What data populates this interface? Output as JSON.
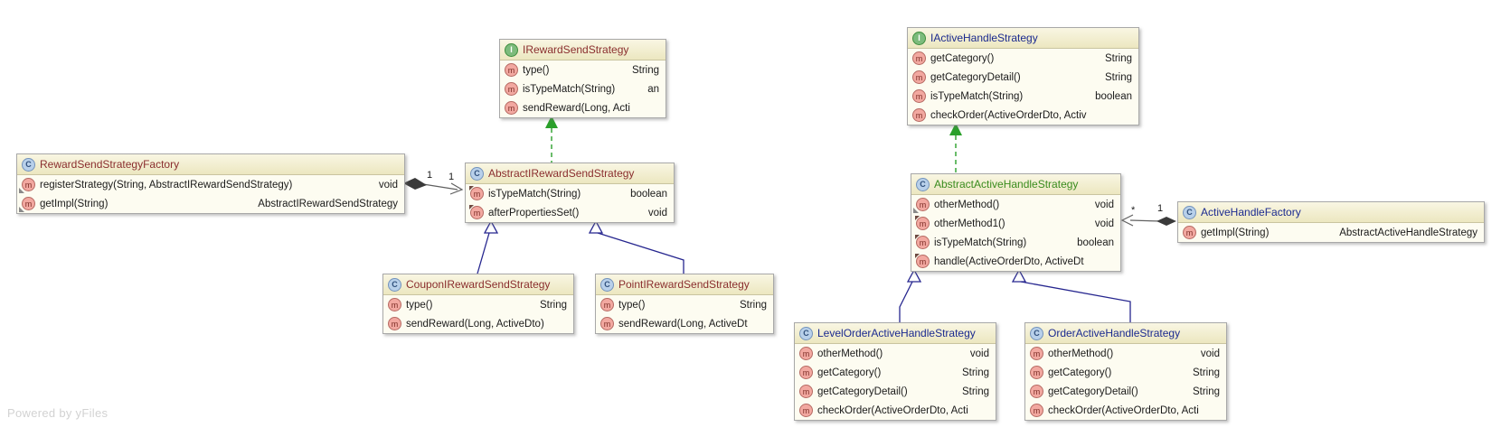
{
  "watermark": "Powered by yFiles",
  "glyphs": {
    "interface": "I",
    "class": "C",
    "method": "m"
  },
  "colors": {
    "title_maroon": "#8a2e2e",
    "title_navy": "#1b2a8f",
    "title_green": "#3a8c1e",
    "realization_edge": "#2aa02a",
    "inheritance_edge": "#26268f",
    "aggregation_edge": "#606060",
    "node_header": "#f3eed2",
    "node_body": "#fdfcf1"
  },
  "classes": [
    {
      "kind": "interface",
      "title": "IRewardSendStrategy",
      "members": [
        {
          "name": "type()",
          "rtype": "String"
        },
        {
          "name": "isTypeMatch(String)",
          "rtype": "an"
        },
        {
          "name": "sendReward(Long, Acti",
          "rtype": ""
        }
      ]
    },
    {
      "kind": "class",
      "title": "RewardSendStrategyFactory",
      "members": [
        {
          "name": "registerStrategy(String, AbstractIRewardSendStrategy)",
          "rtype": "void"
        },
        {
          "name": "getImpl(String)",
          "rtype": "AbstractIRewardSendStrategy"
        }
      ]
    },
    {
      "kind": "class",
      "title": "AbstractIRewardSendStrategy",
      "members": [
        {
          "name": "isTypeMatch(String)",
          "rtype": "boolean"
        },
        {
          "name": "afterPropertiesSet()",
          "rtype": "void"
        }
      ]
    },
    {
      "kind": "class",
      "title": "CouponIRewardSendStrategy",
      "members": [
        {
          "name": "type()",
          "rtype": "String"
        },
        {
          "name": "sendReward(Long, ActiveDto)",
          "rtype": ""
        }
      ]
    },
    {
      "kind": "class",
      "title": "PointIRewardSendStrategy",
      "members": [
        {
          "name": "type()",
          "rtype": "String"
        },
        {
          "name": "sendReward(Long, ActiveDt",
          "rtype": ""
        }
      ]
    },
    {
      "kind": "interface",
      "title": "IActiveHandleStrategy",
      "members": [
        {
          "name": "getCategory()",
          "rtype": "String"
        },
        {
          "name": "getCategoryDetail()",
          "rtype": "String"
        },
        {
          "name": "isTypeMatch(String)",
          "rtype": "boolean"
        },
        {
          "name": "checkOrder(ActiveOrderDto, Activ",
          "rtype": ""
        }
      ]
    },
    {
      "kind": "class",
      "title": "AbstractActiveHandleStrategy",
      "members": [
        {
          "name": "otherMethod()",
          "rtype": "void"
        },
        {
          "name": "otherMethod1()",
          "rtype": "void"
        },
        {
          "name": "isTypeMatch(String)",
          "rtype": "boolean"
        },
        {
          "name": "handle(ActiveOrderDto, ActiveDt",
          "rtype": ""
        }
      ]
    },
    {
      "kind": "class",
      "title": "ActiveHandleFactory",
      "members": [
        {
          "name": "getImpl(String)",
          "rtype": "AbstractActiveHandleStrategy"
        }
      ]
    },
    {
      "kind": "class",
      "title": "LevelOrderActiveHandleStrategy",
      "members": [
        {
          "name": "otherMethod()",
          "rtype": "void"
        },
        {
          "name": "getCategory()",
          "rtype": "String"
        },
        {
          "name": "getCategoryDetail()",
          "rtype": "String"
        },
        {
          "name": "checkOrder(ActiveOrderDto, Acti",
          "rtype": ""
        }
      ]
    },
    {
      "kind": "class",
      "title": "OrderActiveHandleStrategy",
      "members": [
        {
          "name": "otherMethod()",
          "rtype": "void"
        },
        {
          "name": "getCategory()",
          "rtype": "String"
        },
        {
          "name": "getCategoryDetail()",
          "rtype": "String"
        },
        {
          "name": "checkOrder(ActiveOrderDto, Acti",
          "rtype": ""
        }
      ]
    }
  ],
  "relationships": [
    {
      "type": "realization",
      "from": "AbstractIRewardSendStrategy",
      "to": "IRewardSendStrategy",
      "labels": []
    },
    {
      "type": "realization",
      "from": "AbstractActiveHandleStrategy",
      "to": "IActiveHandleStrategy",
      "labels": []
    },
    {
      "type": "inheritance",
      "from": "CouponIRewardSendStrategy",
      "to": "AbstractIRewardSendStrategy",
      "labels": []
    },
    {
      "type": "inheritance",
      "from": "PointIRewardSendStrategy",
      "to": "AbstractIRewardSendStrategy",
      "labels": []
    },
    {
      "type": "inheritance",
      "from": "LevelOrderActiveHandleStrategy",
      "to": "AbstractActiveHandleStrategy",
      "labels": []
    },
    {
      "type": "inheritance",
      "from": "OrderActiveHandleStrategy",
      "to": "AbstractActiveHandleStrategy",
      "labels": []
    },
    {
      "type": "aggregation",
      "from": "RewardSendStrategyFactory",
      "to": "AbstractIRewardSendStrategy",
      "labels": [
        "1",
        "1"
      ]
    },
    {
      "type": "aggregation",
      "from": "ActiveHandleFactory",
      "to": "AbstractActiveHandleStrategy",
      "labels": [
        "*",
        "1"
      ]
    }
  ]
}
